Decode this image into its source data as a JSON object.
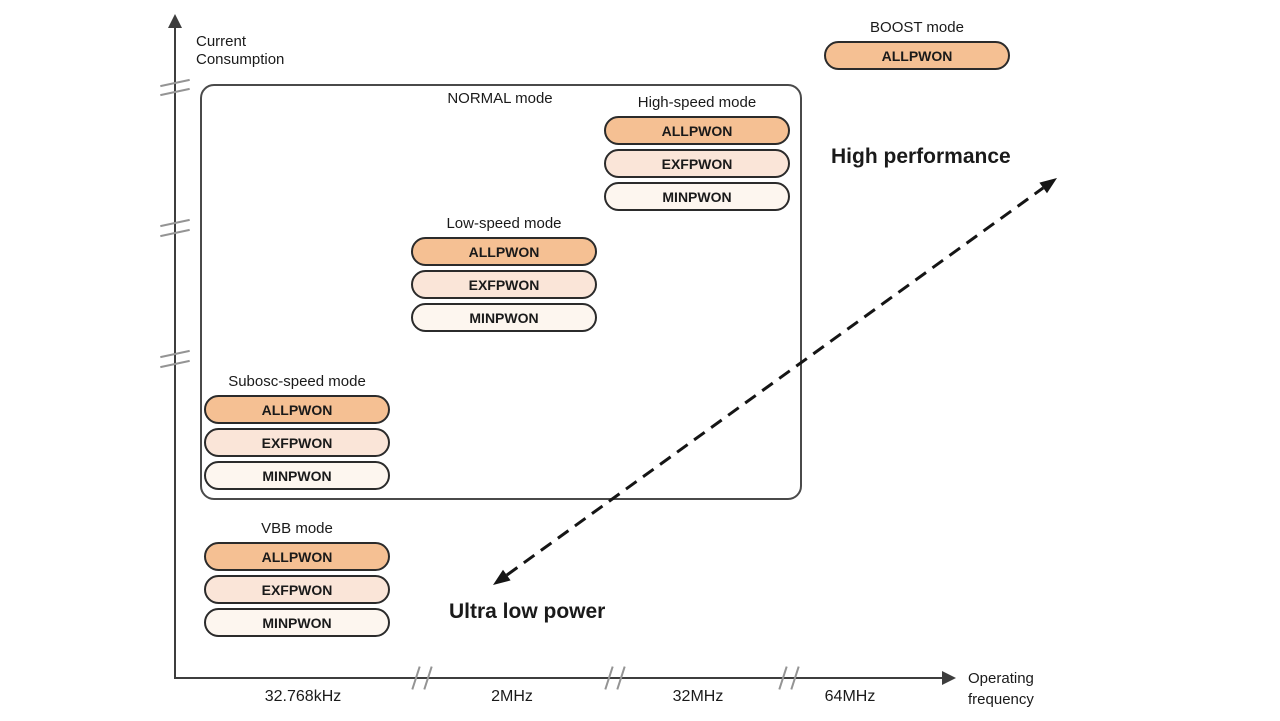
{
  "axes": {
    "y_label_line1": "Current",
    "y_label_line2": "Consumption",
    "x_label_line1": "Operating",
    "x_label_line2": "frequency",
    "x_ticks": [
      "32.768kHz",
      "2MHz",
      "32MHz",
      "64MHz"
    ]
  },
  "normal_box": {
    "label": "NORMAL mode"
  },
  "groups": [
    {
      "label": "High-speed mode",
      "pills": [
        "ALLPWON",
        "EXFPWON",
        "MINPWON"
      ]
    },
    {
      "label": "Low-speed mode",
      "pills": [
        "ALLPWON",
        "EXFPWON",
        "MINPWON"
      ]
    },
    {
      "label": "Subosc-speed mode",
      "pills": [
        "ALLPWON",
        "EXFPWON",
        "MINPWON"
      ]
    },
    {
      "label": "VBB mode",
      "pills": [
        "ALLPWON",
        "EXFPWON",
        "MINPWON"
      ]
    },
    {
      "label": "BOOST mode",
      "pills": [
        "ALLPWON"
      ]
    }
  ],
  "annotations": {
    "high_performance": "High performance",
    "ultra_low_power": "Ultra low power"
  },
  "colors": {
    "pill_allpwon": "#f5c093",
    "pill_exfpwon": "#fae5d8",
    "pill_minpwon": "#fdf6ef",
    "pill_border": "#2b2b2b",
    "box_border": "#4a4a4a",
    "axis": "#3d3d3d",
    "background": "#ffffff"
  }
}
